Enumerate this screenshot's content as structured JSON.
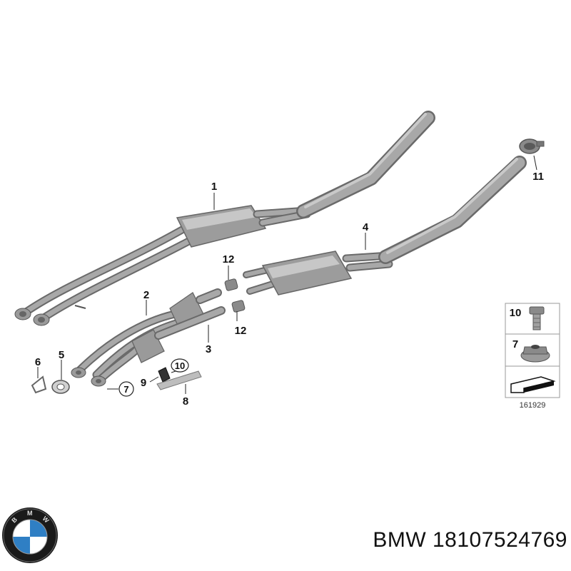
{
  "diagram": {
    "callouts": {
      "c1": "1",
      "c2": "2",
      "c3": "3",
      "c4": "4",
      "c5": "5",
      "c6": "6",
      "c7": "7",
      "c8": "8",
      "c9": "9",
      "c10": "10",
      "c11": "11",
      "c12_top": "12",
      "c12_bottom": "12"
    },
    "legend": {
      "item_10": "10",
      "item_7": "7"
    },
    "reference_number": "161929"
  },
  "caption": {
    "brand": "BMW",
    "part_number": "18107524769",
    "text": "BMW 18107524769"
  },
  "logo": {
    "letters": "BMW",
    "colors": {
      "blue": "#2f7fc4",
      "white": "#ffffff",
      "black": "#1a1a1a"
    }
  }
}
